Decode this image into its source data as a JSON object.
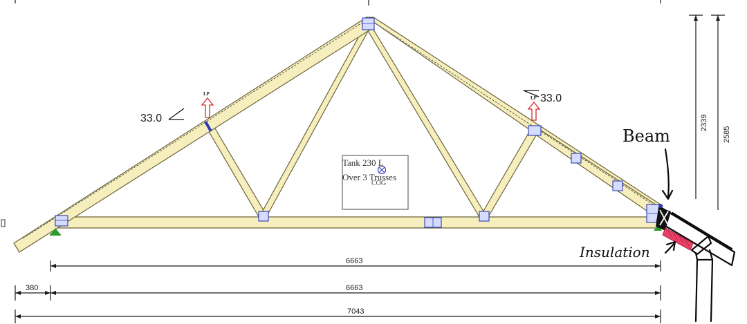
{
  "pitch": {
    "left": "33.0",
    "right": "33.0"
  },
  "load_point_label": "LP",
  "tank": {
    "line1": "Tank 230 L",
    "line2": "Over 3 Trusses",
    "cog": "COG"
  },
  "dimensions": {
    "span_upper": "6663",
    "span_lower": "6663",
    "overhang": "380",
    "overall": "7043",
    "height_inner": "2339",
    "height_outer": "2585"
  },
  "annotations": {
    "beam": "Beam",
    "insulation": "Insulation"
  },
  "colors": {
    "timber": "#f6eebc",
    "plate": "#2a3bb5",
    "load_arrow": "#d9262c",
    "insulation": "#e83f67",
    "support": "#2f9a2f"
  }
}
